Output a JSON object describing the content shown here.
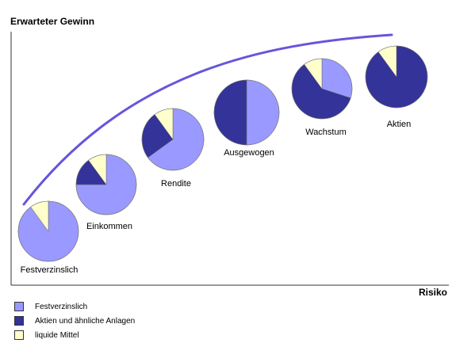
{
  "chart_data": {
    "type": "pie",
    "ylabel": "Erwarteter Gewinn",
    "xlabel": "Risiko",
    "series": [
      {
        "name": "Festverzinslich",
        "color": "#9999ff"
      },
      {
        "name": "Aktien und ähnliche Anlagen",
        "color": "#333399"
      },
      {
        "name": "liquide Mittel",
        "color": "#ffffcc"
      }
    ],
    "pies": [
      {
        "label": "Festverzinslich",
        "values": [
          90,
          0,
          10
        ]
      },
      {
        "label": "Einkommen",
        "values": [
          75,
          15,
          10
        ]
      },
      {
        "label": "Rendite",
        "values": [
          65,
          25,
          10
        ]
      },
      {
        "label": "Ausgewogen",
        "values": [
          50,
          50,
          0
        ]
      },
      {
        "label": "Wachstum",
        "values": [
          30,
          60,
          10
        ]
      },
      {
        "label": "Aktien",
        "values": [
          0,
          90,
          10
        ]
      }
    ],
    "trend_color": "#6655dd",
    "axis_color": "#333333"
  }
}
